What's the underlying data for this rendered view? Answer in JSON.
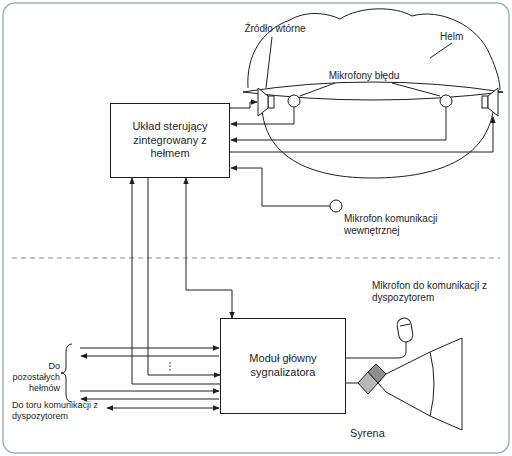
{
  "diagram": {
    "nodes": [
      {
        "text": [
          "Układ sterujący zintegrowany z hełmem"
        ]
      },
      {
        "text": [
          "Moduł główny sygnalizatora"
        ]
      }
    ],
    "edges": [
      {
        "from": 1,
        "to": 0,
        "arrow": "to"
      },
      {
        "from": 0,
        "to": 1,
        "arrow": "to"
      },
      {
        "from": 0,
        "to": 1,
        "arrow": "both"
      }
    ],
    "labels": [
      "Źródło wtórne",
      "Helm",
      "Mikrofony błędu",
      "Mikrofon komunikacji wewnętrznej",
      "Mikrofon do komunikacji z dyspozytorem",
      "Syrena",
      "Do pozostałych hełmów",
      "Do toru komunikacji z dyspozytorem"
    ]
  }
}
